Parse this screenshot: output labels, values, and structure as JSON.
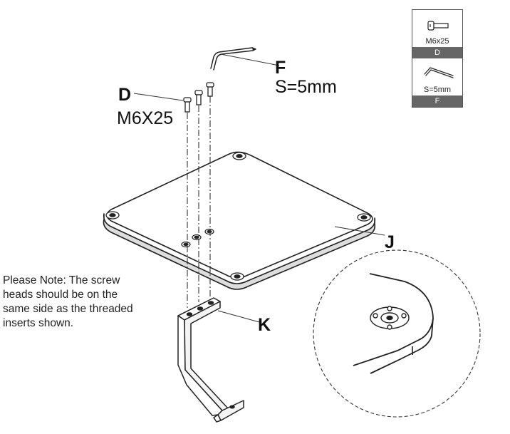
{
  "labels": {
    "d_letter": "D",
    "d_spec": "M6X25",
    "f_letter": "F",
    "f_spec": "S=5mm",
    "j_letter": "J",
    "k_letter": "K"
  },
  "note": {
    "lines": [
      "Please Note: The screw",
      "heads should be on the",
      "same side as the threaded",
      "inserts shown."
    ]
  },
  "legend": {
    "items": [
      {
        "caption": "M6x25",
        "code": "D",
        "icon": "bolt-icon"
      },
      {
        "caption": "S=5mm",
        "code": "F",
        "icon": "hex-key-icon"
      }
    ],
    "bar_color": "#666666"
  }
}
